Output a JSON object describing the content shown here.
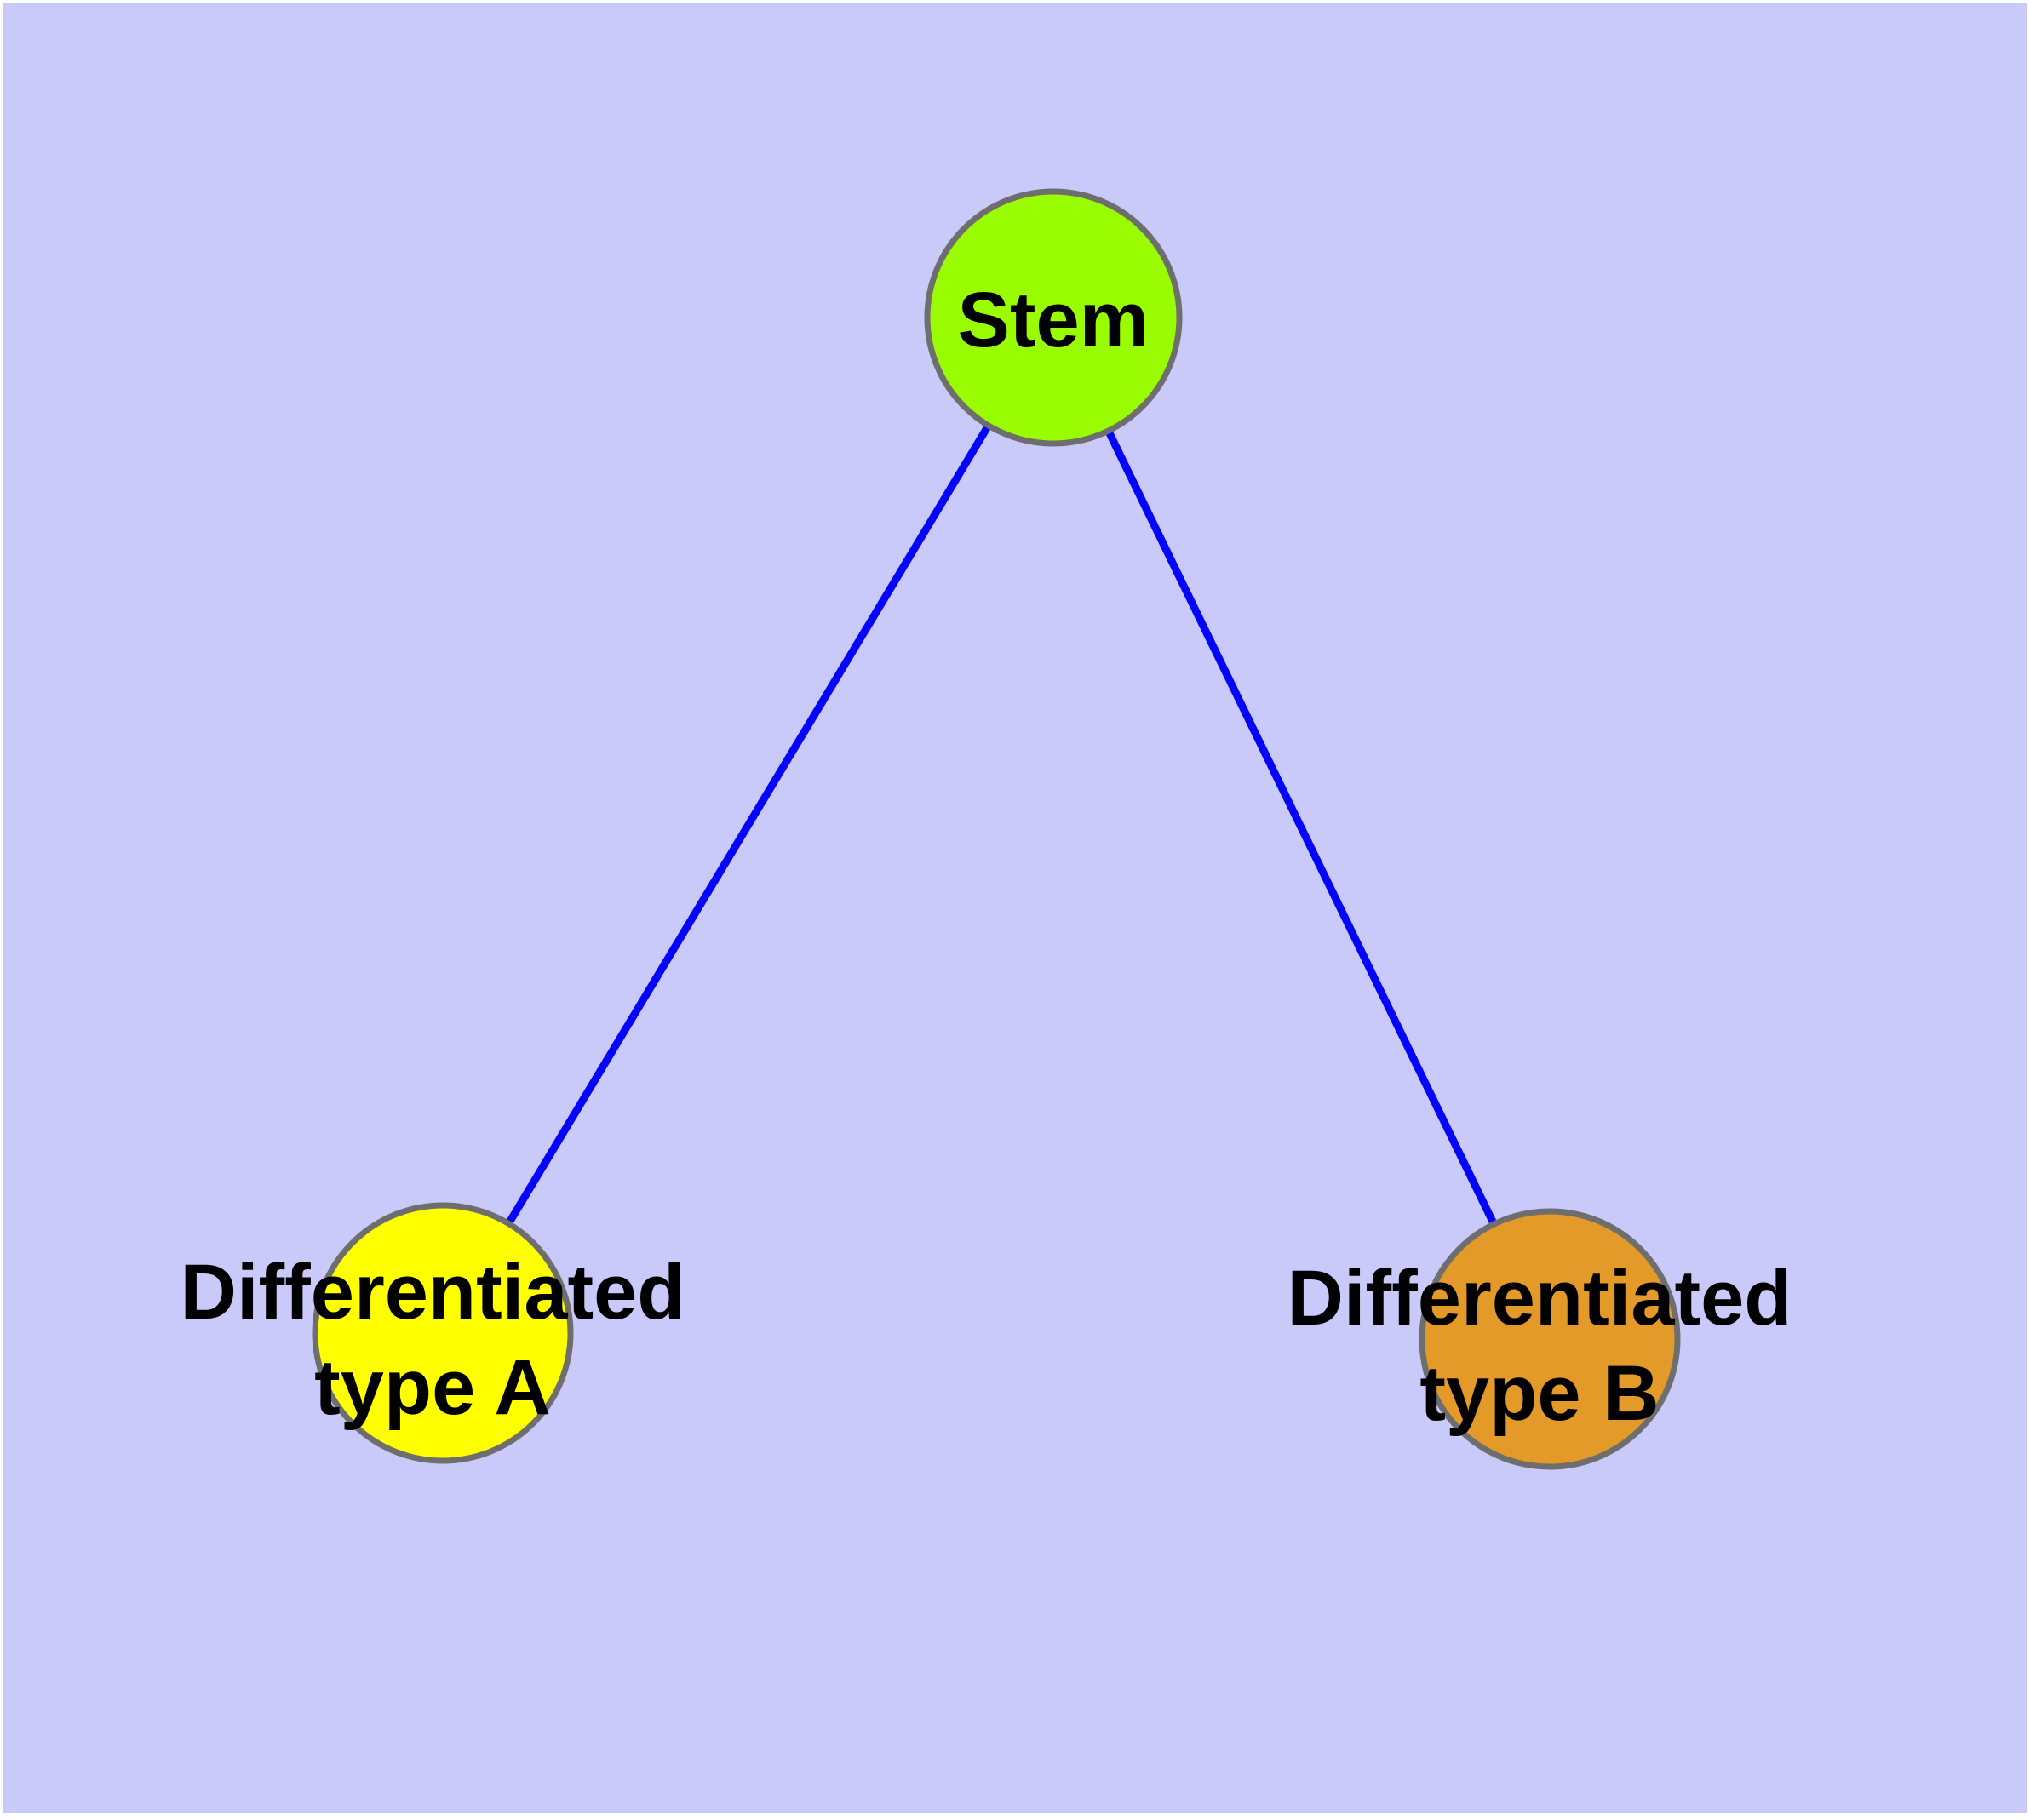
{
  "diagram": {
    "title": "",
    "background_color": "#c9c9fa",
    "page_margin_color": "#ffffff",
    "edge_color": "#0404fa",
    "node_border_color": "#6e6e6e",
    "nodes": {
      "stem": {
        "label": "Stem",
        "fill": "#9afc00"
      },
      "type_a": {
        "label_line1": "Differentiated",
        "label_line2": "type A",
        "fill": "#ffff00"
      },
      "type_b": {
        "label_line1": "Differentiated",
        "label_line2": "type B",
        "fill": "#e39a28"
      }
    },
    "edges": [
      {
        "from": "Stem",
        "to": "Differentiated type A"
      },
      {
        "from": "Stem",
        "to": "Differentiated type B"
      }
    ]
  }
}
